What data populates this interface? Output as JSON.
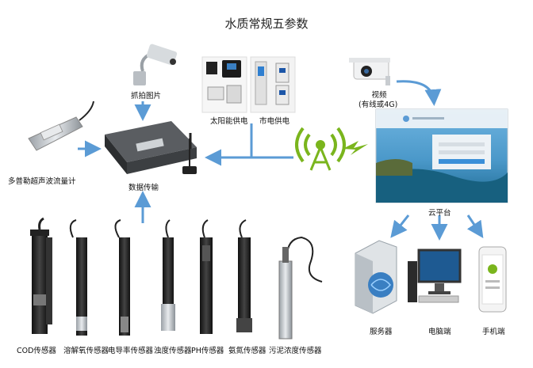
{
  "title": "水质常规五参数",
  "labels": {
    "camera": "抓拍图片",
    "solar": "太阳能供电",
    "mains": "市电供电",
    "video_line1": "视频",
    "video_line2": "(有线或4G)",
    "flowmeter": "多普勒超声波流量计",
    "dtu": "数据传输",
    "cloud": "云平台",
    "server": "服务器",
    "pc": "电脑端",
    "mobile": "手机端"
  },
  "sensors": [
    "COD传感器",
    "溶解氧传感器",
    "电导率传感器",
    "浊度传感器",
    "PH传感器",
    "氨氮传感器",
    "污泥浓度传感器"
  ],
  "colors": {
    "arrow": "#5b9bd5",
    "wireless": "#7ab51d",
    "sky": "#3f8cc4",
    "sea": "#1f6e96"
  }
}
